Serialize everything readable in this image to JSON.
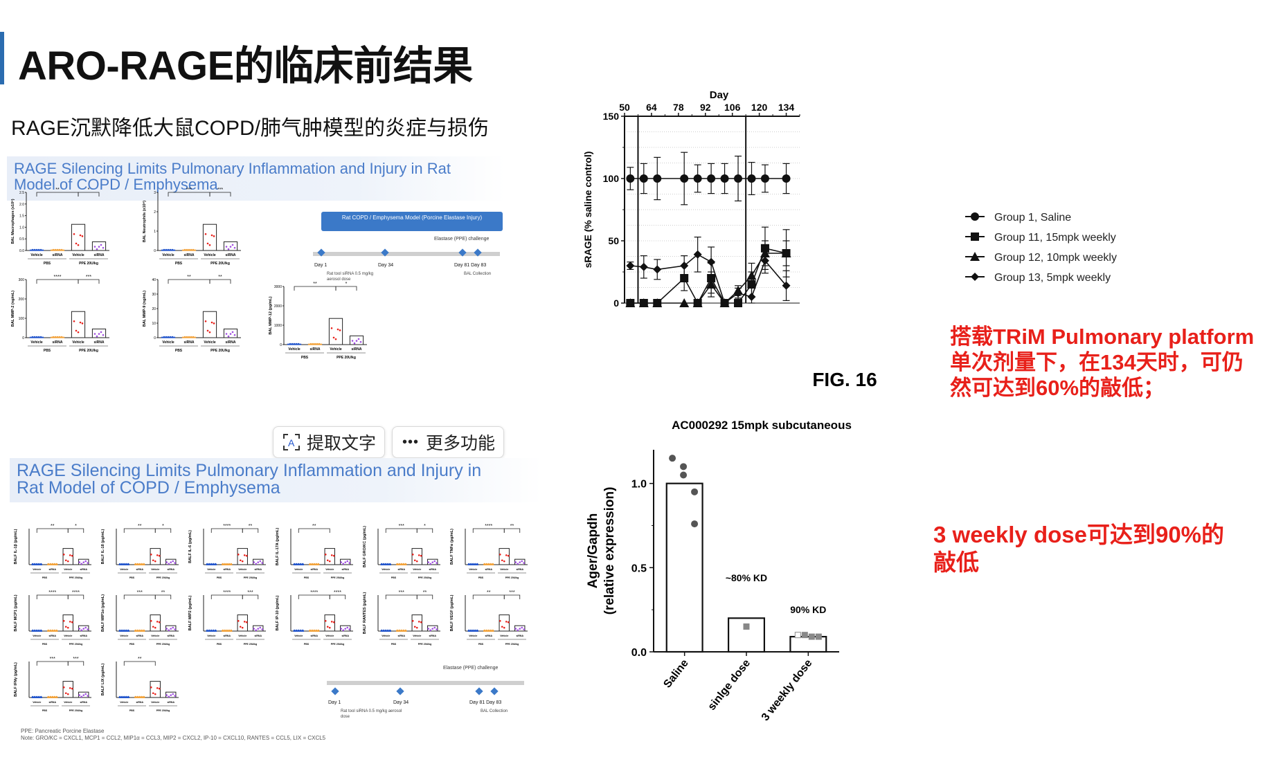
{
  "slide": {
    "title": "ARO-RAGE的临床前结果",
    "subtitle": "RAGE沉默降低大鼠COPD/肺气肿模型的炎症与损伤"
  },
  "panel1": {
    "header": "RAGE Silencing Limits Pulmonary Inflammation and Injury in Rat Model of COPD / Emphysema",
    "minis": [
      {
        "ylabel": "BAL Macrophages (x10⁶)",
        "yticks": [
          "2.5",
          "2.0",
          "1.5",
          "1.0",
          "0.5",
          "0.0"
        ],
        "sig": [
          "**",
          "*"
        ]
      },
      {
        "ylabel": "BAL Neutrophils (x10⁶)",
        "yticks": [
          "3",
          "2",
          "1",
          "0"
        ],
        "sig": [
          "***",
          "***"
        ]
      },
      {
        "ylabel": "BAL MMP-2 (ng/mL)",
        "yticks": [
          "300",
          "200",
          "100",
          "0"
        ],
        "sig": [
          "****",
          "***"
        ]
      },
      {
        "ylabel": "BAL MMP-9 (ng/mL)",
        "yticks": [
          "40",
          "30",
          "20",
          "10",
          "0"
        ],
        "sig": [
          "**",
          "**"
        ]
      },
      {
        "ylabel": "BAL MMP-12 (pg/mL)",
        "yticks": [
          "3000",
          "2000",
          "1000",
          "0"
        ],
        "sig": [
          "**",
          "*"
        ]
      }
    ],
    "xlabels": [
      "Vehicle",
      "siRNA",
      "Vehicle",
      "siRNA"
    ],
    "groups": [
      "PBS",
      "PPE 20U/kg"
    ],
    "model_box": {
      "title": "Rat COPD / Emphysema Model (Porcine Elastase Injury)",
      "challenge": "Elastase (PPE) challenge",
      "days": [
        "Day 1",
        "Day 34",
        "Day 81 Day 83"
      ],
      "notes": [
        "Rat tool siRNA 0.5 mg/kg aerosol dose",
        "BAL Collection"
      ]
    }
  },
  "toolbar": {
    "extract_text": "提取文字",
    "more": "更多功能"
  },
  "panel2": {
    "header": "RAGE Silencing Limits Pulmonary Inflammation and Injury in Rat Model of COPD / Emphysema",
    "minis": [
      {
        "ylabel": "BALF IL-1β (pg/mL)",
        "sig": [
          "**",
          "*"
        ]
      },
      {
        "ylabel": "BALF IL-18 (pg/mL)",
        "sig": [
          "**",
          "*"
        ]
      },
      {
        "ylabel": "BALF IL-6 (pg/mL)",
        "sig": [
          "****",
          "**"
        ]
      },
      {
        "ylabel": "BALF IL-17A (pg/mL)",
        "sig": [
          "**"
        ]
      },
      {
        "ylabel": "BALF GRO/KC (pg/mL)",
        "sig": [
          "***",
          "*"
        ]
      },
      {
        "ylabel": "BALF TNFα (pg/mL)",
        "sig": [
          "****",
          "**"
        ]
      },
      {
        "ylabel": "BALF MCP1 (pg/mL)",
        "sig": [
          "****",
          "****"
        ]
      },
      {
        "ylabel": "BALF MIP1α (pg/mL)",
        "sig": [
          "***",
          "**"
        ]
      },
      {
        "ylabel": "BALF MIP2 (pg/mL)",
        "sig": [
          "****",
          "***"
        ]
      },
      {
        "ylabel": "BALF IP-10 (pg/mL)",
        "sig": [
          "****",
          "****"
        ]
      },
      {
        "ylabel": "BALF RANTES (pg/mL)",
        "sig": [
          "***",
          "**"
        ]
      },
      {
        "ylabel": "BALF VEGF (pg/mL)",
        "sig": [
          "**",
          "***"
        ]
      },
      {
        "ylabel": "BALF IFNγ (pg/mL)",
        "sig": [
          "***",
          "***"
        ]
      },
      {
        "ylabel": "BALF LIX (pg/mL)",
        "sig": [
          "**"
        ]
      }
    ],
    "model_box": {
      "challenge": "Elastase (PPE) challenge",
      "days": [
        "Day 1",
        "Day 34",
        "Day 81 Day 83"
      ],
      "notes": [
        "Rat tool siRNA 0.5 mg/kg aerosol dose",
        "BAL Collection"
      ]
    },
    "footnote": [
      "PPE: Pancreatic Porcine Elastase",
      "Note: GRO/KC = CXCL1, MCP1 = CCL2, MIP1α = CCL3, MIP2 = CXCL2, IP-10 = CXCL10, RANTES = CCL5, LIX = CXCL5"
    ]
  },
  "fig16": {
    "caption": "FIG. 16",
    "chart_data": {
      "type": "line",
      "title": "",
      "xlabel": "Day",
      "ylabel": "sRAGE (% saline control)",
      "xlim": [
        50,
        141
      ],
      "ylim": [
        0,
        150
      ],
      "xticks": [
        50,
        64,
        78,
        92,
        106,
        120,
        134
      ],
      "yticks": [
        0,
        50,
        100,
        150
      ],
      "dose_lines": [
        57,
        113
      ],
      "legend_position": "right",
      "series": [
        {
          "name": "Group 1, Saline",
          "marker": "circle",
          "x": [
            53,
            60,
            67,
            81,
            88,
            95,
            102,
            109,
            116,
            123,
            134
          ],
          "y": [
            100,
            100,
            100,
            100,
            100,
            100,
            100,
            100,
            100,
            100,
            100
          ],
          "err": [
            9,
            12,
            17,
            21,
            11,
            12,
            12,
            18,
            13,
            11,
            12
          ]
        },
        {
          "name": "Group 11, 15mpk weekly",
          "marker": "square",
          "x": [
            53,
            60,
            67,
            81,
            88,
            95,
            102,
            109,
            116,
            123,
            134
          ],
          "y": [
            0,
            0,
            0,
            20,
            0,
            20,
            0,
            0,
            15,
            44,
            40
          ],
          "err": [
            0,
            0,
            0,
            10,
            0,
            12,
            2,
            4,
            10,
            17,
            19
          ]
        },
        {
          "name": "Group 12, 10mpk weekly",
          "marker": "triangle",
          "x": [
            53,
            60,
            67,
            81,
            88,
            95,
            102,
            109,
            116,
            123,
            134
          ],
          "y": [
            0,
            0,
            0,
            0,
            0,
            15,
            0,
            10,
            22,
            40,
            40
          ],
          "err": [
            0,
            0,
            0,
            0,
            0,
            10,
            2,
            4,
            10,
            10,
            10
          ]
        },
        {
          "name": "Group 13, 5mpk weekly",
          "marker": "diamond",
          "x": [
            53,
            60,
            67,
            81,
            88,
            95,
            102,
            109,
            116,
            123,
            134
          ],
          "y": [
            30,
            29,
            27,
            30,
            39,
            33,
            0,
            8,
            5,
            34,
            14
          ],
          "err": [
            3,
            9,
            8,
            8,
            14,
            12,
            2,
            4,
            8,
            10,
            12
          ]
        }
      ]
    }
  },
  "fig_ager": {
    "chart_data": {
      "type": "bar",
      "title": "AC000292 15mpk subcutaneous",
      "ylabel": "Ager/Gapdh\n(relative expression)",
      "ylabel_lines": [
        "Ager/Gapdh",
        "(relative expression)"
      ],
      "categories": [
        "Saline",
        "sinlge dose",
        "3 weekly dose"
      ],
      "values": [
        1.0,
        0.2,
        0.09
      ],
      "ylim": [
        0,
        1.2
      ],
      "yticks": [
        "0.0",
        "0.5",
        "1.0"
      ],
      "points": [
        [
          1.15,
          1.1,
          1.05,
          0.95,
          0.76
        ],
        [
          0.15
        ],
        [
          0.1,
          0.1,
          0.09,
          0.09
        ]
      ],
      "annotations": [
        "~80%  KD",
        "90%  KD"
      ]
    }
  },
  "notes": {
    "note1": "搭载TRiM Pulmonary platform单次剂量下，在134天时，可仍然可达到60%的敲低；",
    "note2": "3 weekly dose可达到90%的敲低"
  },
  "colors": {
    "accent": "#2b6cb0",
    "header_text": "#4a7cc9",
    "note_red": "#e8201a",
    "bar_blue": "#2255cc",
    "bar_orange": "#f2a23a",
    "dot_red": "#e8201a",
    "dot_purple": "#a050e0"
  }
}
